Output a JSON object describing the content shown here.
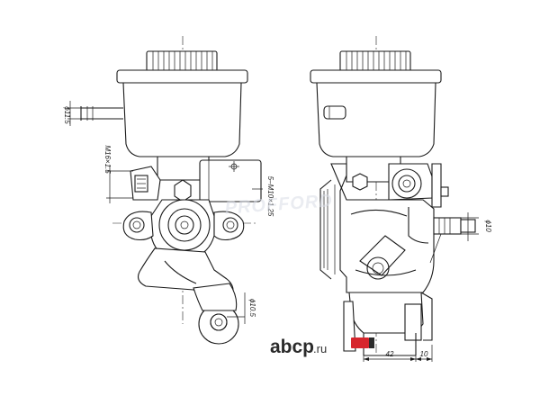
{
  "dimensions": {
    "pipe_diameter": "ϕ11.5",
    "union_thread": "M16×1.5",
    "port_thread": "5–M10×1.25",
    "mount_hole": "ϕ10.5",
    "right_port": "ϕ10",
    "width_1": "42",
    "width_2": "10"
  },
  "watermark": "PROFFORD",
  "logo": {
    "brand": "abcp",
    "suffix": ".ru",
    "brand_color": "#d6262d",
    "bar_color": "#2b2b2b"
  },
  "icons": [
    "left-view-pump-icon",
    "right-view-pump-icon",
    "abcp-logo-icon"
  ]
}
